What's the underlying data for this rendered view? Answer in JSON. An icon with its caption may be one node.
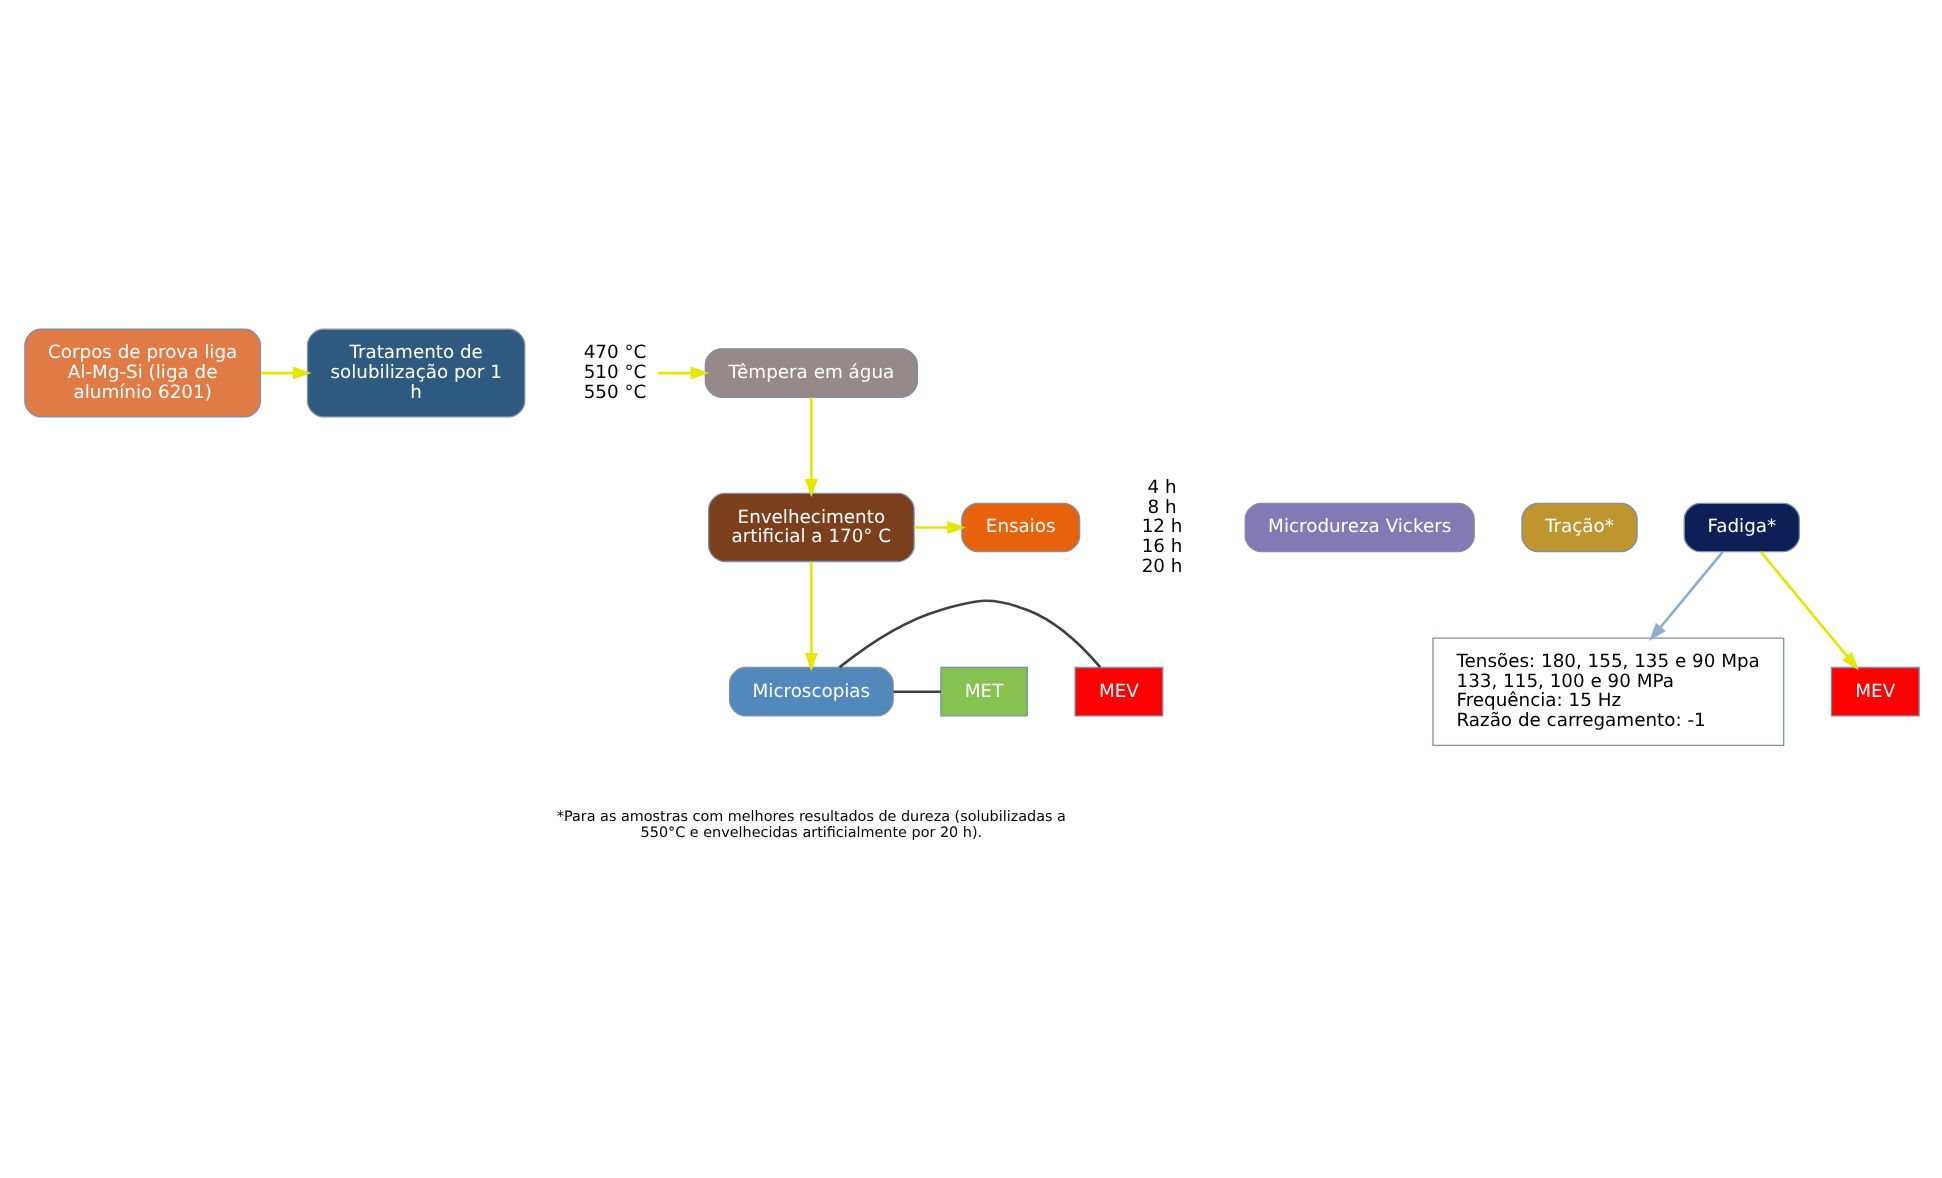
{
  "diagram": {
    "nodes": [
      {
        "text": [
          "Corpos de prova liga Al-Mg-Si (liga de alumínio 6201)"
        ]
      },
      {
        "text": [
          "Tratamento de solubilização por 1 h"
        ]
      },
      {
        "text": [
          "470 °C",
          "510 °C",
          "550 °C"
        ]
      },
      {
        "text": [
          "Têmpera em água"
        ]
      },
      {
        "text": [
          "Envelhecimento artificial a 170° C"
        ]
      },
      {
        "text": [
          "4 h",
          "8 h",
          "12 h",
          "16 h",
          "20 h"
        ]
      },
      {
        "text": [
          "Ensaios"
        ]
      },
      {
        "text": [
          "Microdureza Vickers"
        ]
      },
      {
        "text": [
          "Tração*"
        ]
      },
      {
        "text": [
          "Fadiga*"
        ]
      },
      {
        "text": [
          "Tensões: 180, 155, 135 e 90 Mpa",
          "133, 115, 100 e 90 MPa",
          "Frequência: 15 Hz",
          "Razão de carregamento: -1"
        ]
      },
      {
        "text": [
          "MEV"
        ]
      },
      {
        "text": [
          "Microscopias"
        ]
      },
      {
        "text": [
          "MEV"
        ]
      },
      {
        "text": [
          "MET"
        ]
      }
    ],
    "edges": [
      {
        "from": 0,
        "to": 1,
        "arrow": "to"
      },
      {
        "from": 2,
        "to": 3,
        "arrow": "to"
      },
      {
        "from": 3,
        "to": 4,
        "arrow": "to"
      },
      {
        "from": 4,
        "to": 6,
        "arrow": "to"
      },
      {
        "from": 4,
        "to": 12,
        "arrow": "to"
      },
      {
        "from": 9,
        "to": 10,
        "arrow": "to",
        "color": "#8eaed0"
      },
      {
        "from": 9,
        "to": 11,
        "arrow": "to"
      },
      {
        "from": 12,
        "to": 13,
        "arrow": "none",
        "color": "#404040"
      },
      {
        "from": 12,
        "to": 14,
        "arrow": "none",
        "color": "#404040"
      }
    ],
    "labels": [
      "*Para as amostras com melhores resultados de dureza (solubilizadas a 550°C e envelhecidas artificialmente por 20 h)."
    ]
  }
}
